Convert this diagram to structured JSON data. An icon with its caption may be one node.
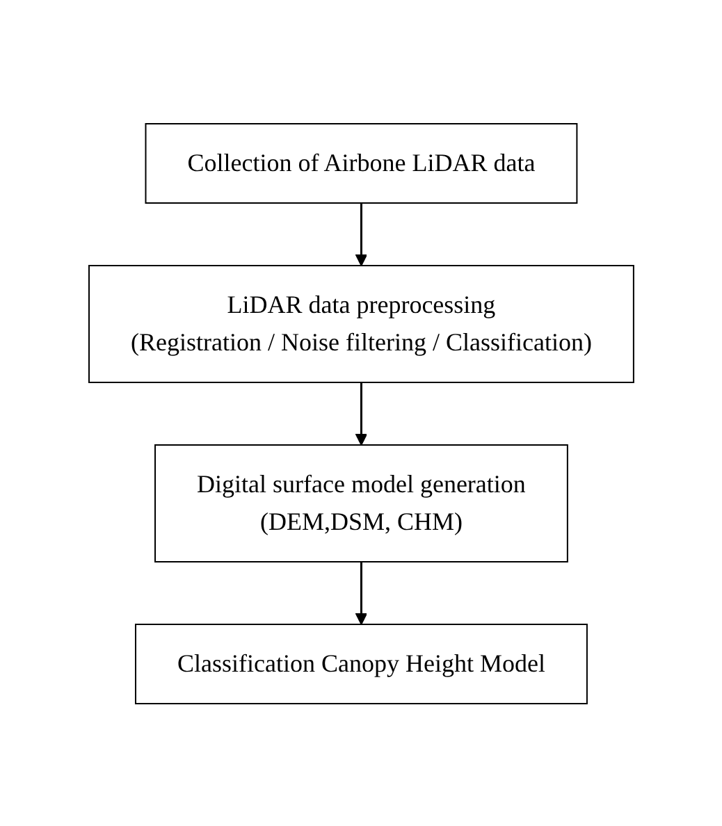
{
  "diagram": {
    "nodes": [
      {
        "text": [
          "Collection of Airbone LiDAR data"
        ]
      },
      {
        "text": [
          "LiDAR data preprocessing",
          "(Registration / Noise filtering / Classification)"
        ]
      },
      {
        "text": [
          "Digital surface model generation",
          "(DEM,DSM, CHM)"
        ]
      },
      {
        "text": [
          "Classification Canopy Height Model"
        ]
      }
    ],
    "edges": [
      {
        "from": 0,
        "to": 1,
        "arrow": "to"
      },
      {
        "from": 1,
        "to": 2,
        "arrow": "to"
      },
      {
        "from": 2,
        "to": 3,
        "arrow": "to"
      }
    ]
  }
}
